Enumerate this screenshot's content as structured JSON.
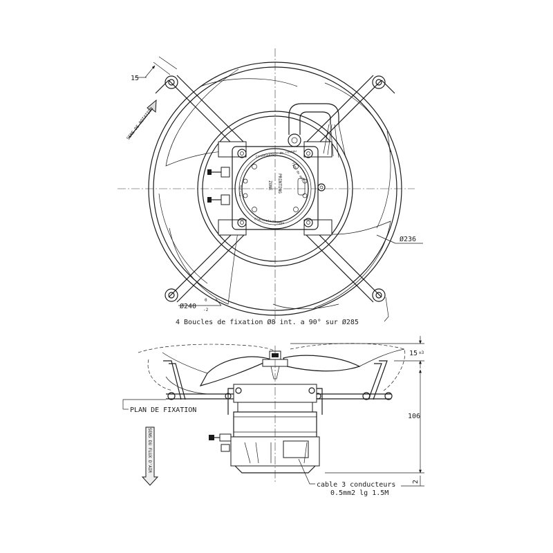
{
  "top_view": {
    "dim_15_tab": "15",
    "rotation_label": "SENS DE ROTATION",
    "dia_236": "Ø236",
    "dia_240": "Ø240",
    "tol_upper": "0",
    "tol_lower": "-2",
    "fixing_note": "4 Boucles de fixation Ø8 int. a 90° sur Ø285",
    "printing_zone_line1": "PRINTING",
    "printing_zone_line2": "ZONE"
  },
  "side_view": {
    "dim_15": "15",
    "dim_15_tol": "±3",
    "dim_106": "106",
    "dim_2": "2",
    "mount_plane": "PLAN DE FIXATION",
    "airflow_label": "SENS DU FLUX D'AIR",
    "cable_line1": "cable 3 conducteurs",
    "cable_line2": "0.5mm2 lg 1.5M"
  }
}
